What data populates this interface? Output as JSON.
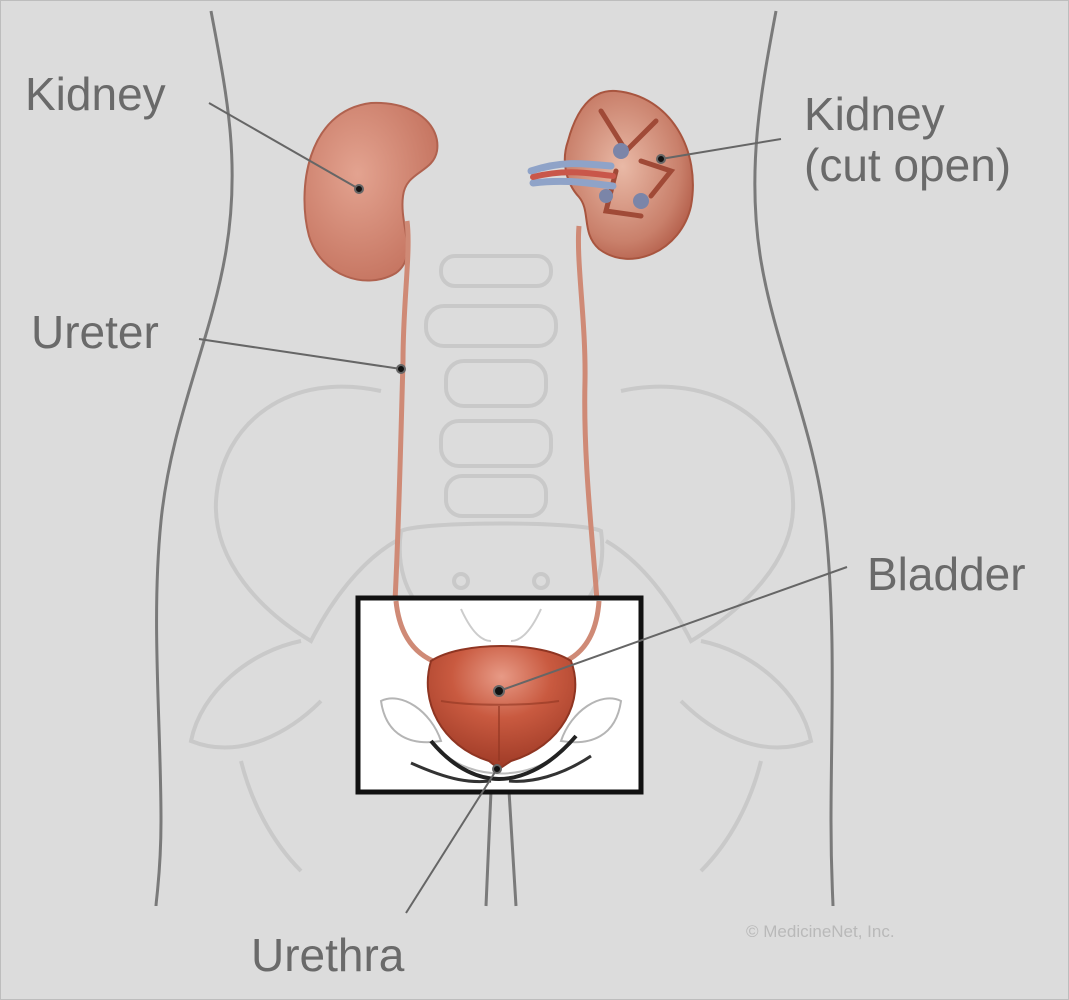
{
  "labels": {
    "kidney_left": "Kidney",
    "kidney_right_line1": "Kidney",
    "kidney_right_line2": "(cut open)",
    "ureter": "Ureter",
    "bladder": "Bladder",
    "urethra": "Urethra"
  },
  "copyright": "© MedicineNet, Inc.",
  "colors": {
    "background": "#dcdcdc",
    "label_text": "#6a6a6a",
    "organ": "#c9705a",
    "bladder": "#b84a32",
    "highlight_frame": "#111111"
  }
}
